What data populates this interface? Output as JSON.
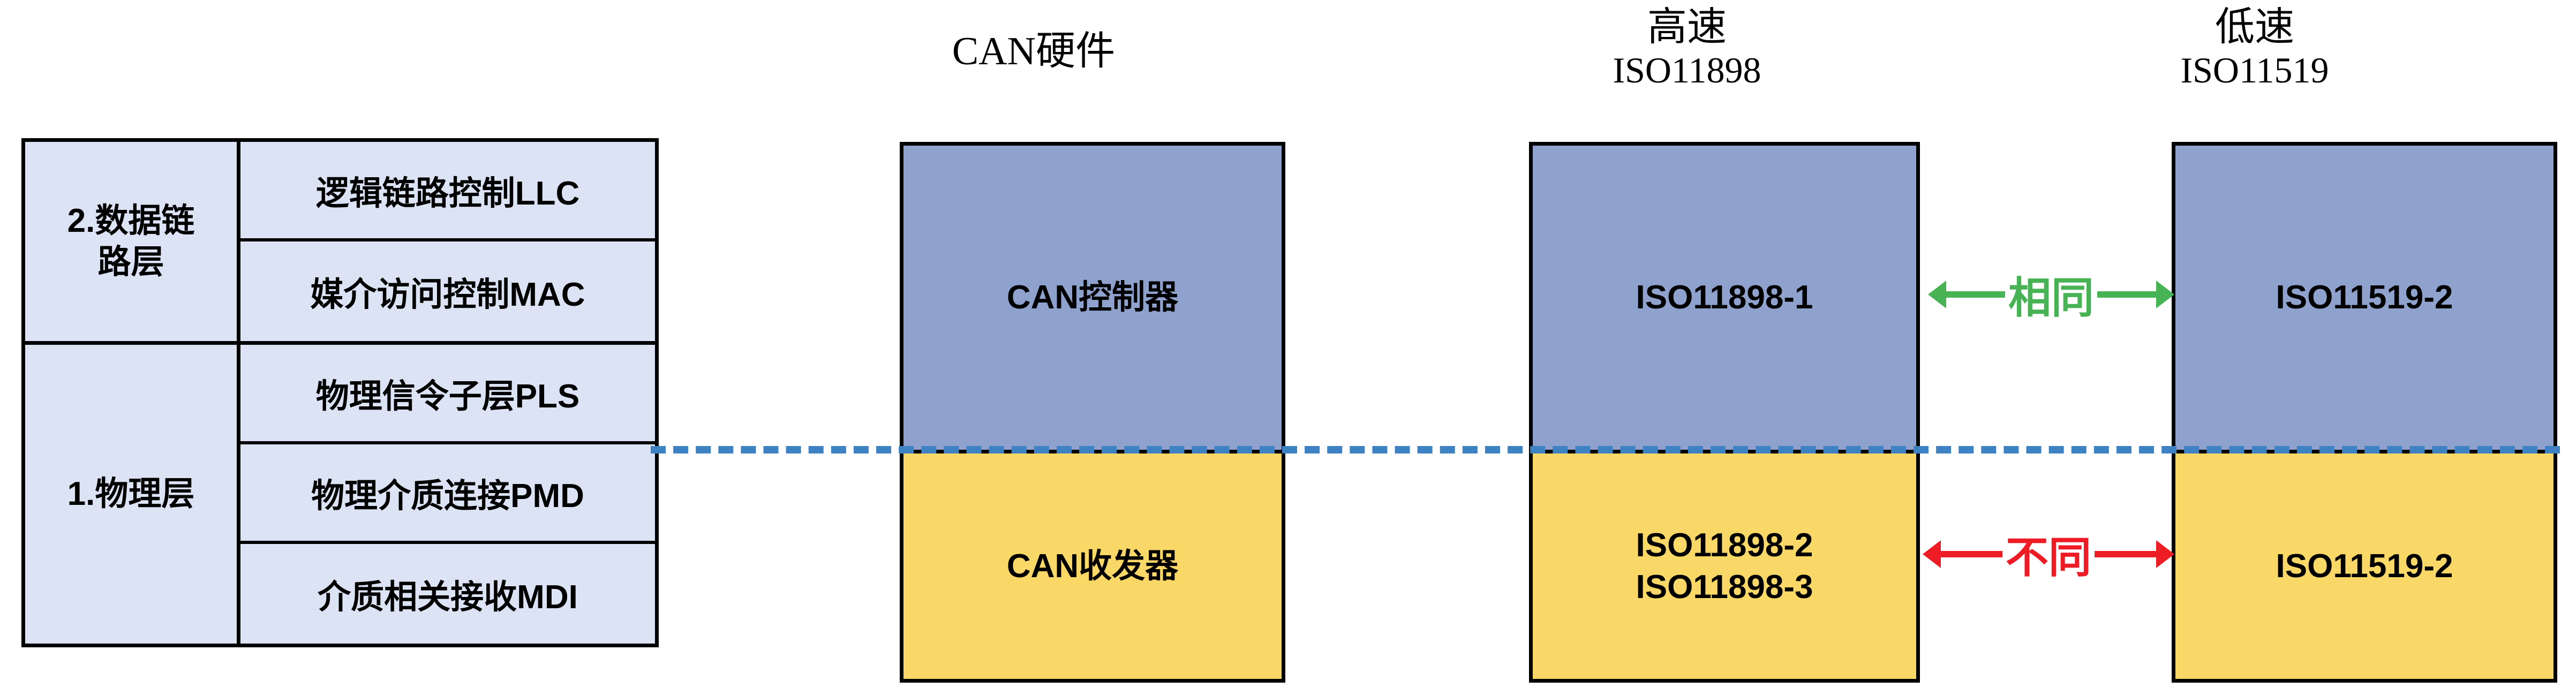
{
  "osi": {
    "data_link": {
      "label": "2.数据链\n路层",
      "sublayers": [
        "逻辑链路控制LLC",
        "媒介访问控制MAC"
      ]
    },
    "physical": {
      "label": "1.物理层",
      "sublayers": [
        "物理信令子层PLS",
        "物理介质连接PMD",
        "介质相关接收MDI"
      ]
    }
  },
  "columns": [
    {
      "title_line1": "CAN硬件",
      "title_line2": "",
      "upper": "CAN控制器",
      "lower": "CAN收发器"
    },
    {
      "title_line1": "高速",
      "title_line2": "ISO11898",
      "upper": "ISO11898-1",
      "lower": "ISO11898-2\nISO11898-3"
    },
    {
      "title_line1": "低速",
      "title_line2": "ISO11519",
      "upper": "ISO11519-2",
      "lower": "ISO11519-2"
    }
  ],
  "annotations": {
    "same": "相同",
    "different": "不同"
  },
  "colors": {
    "blue_box": "#8fa2ce",
    "yellow_box": "#fad868",
    "table_cell": "#dce3f4",
    "dashed_line": "#3f82c4",
    "same_arrow": "#48b355",
    "different_arrow": "#ee1c25"
  }
}
